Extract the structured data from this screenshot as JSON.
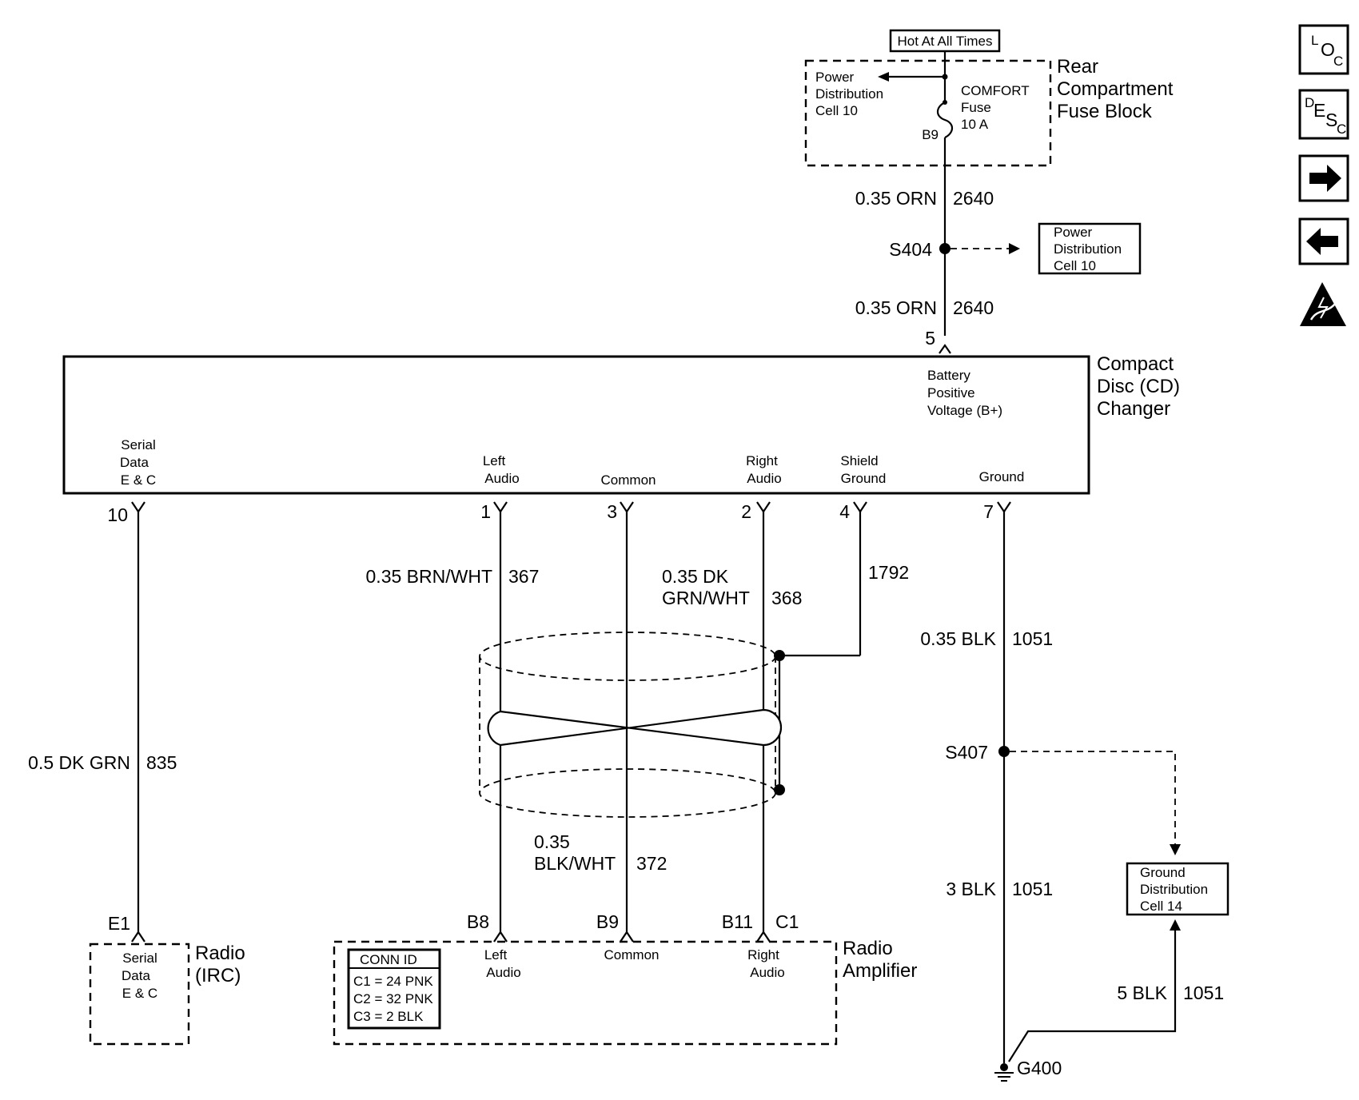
{
  "source": {
    "label": "Hot At All Times",
    "block_name_line1": "Rear",
    "block_name_line2": "Compartment",
    "block_name_line3": "Fuse Block",
    "power_ref_line1": "Power",
    "power_ref_line2": "Distribution",
    "power_ref_line3": "Cell 10",
    "fuse_line1": "COMFORT",
    "fuse_line2": "Fuse",
    "fuse_line3": "10 A",
    "fuse_pin": "B9"
  },
  "feed": {
    "upper_gauge_color": "0.35 ORN",
    "upper_circuit": "2640",
    "splice": "S404",
    "lower_gauge_color": "0.35 ORN",
    "lower_circuit": "2640",
    "pin": "5",
    "ref_line1": "Power",
    "ref_line2": "Distribution",
    "ref_line3": "Cell 10"
  },
  "changer": {
    "name_line1": "Compact",
    "name_line2": "Disc (CD)",
    "name_line3": "Changer",
    "bplus_line1": "Battery",
    "bplus_line2": "Positive",
    "bplus_line3": "Voltage (B+)",
    "terminals": [
      {
        "label_line1": "Serial",
        "label_line2": "Data",
        "label_line3": "E & C",
        "pin": "10"
      },
      {
        "label_line1": "Left",
        "label_line2": "Audio",
        "pin": "1"
      },
      {
        "label": "Common",
        "pin": "3"
      },
      {
        "label_line1": "Right",
        "label_line2": "Audio",
        "pin": "2"
      },
      {
        "label_line1": "Shield",
        "label_line2": "Ground",
        "pin": "4"
      },
      {
        "label": "Ground",
        "pin": "7"
      }
    ]
  },
  "wires": {
    "serial": {
      "gauge_color": "0.5 DK GRN",
      "circuit": "835"
    },
    "left": {
      "gauge_color": "0.35 BRN/WHT",
      "circuit": "367"
    },
    "right": {
      "gauge_color_line1": "0.35 DK",
      "gauge_color_line2": "GRN/WHT",
      "circuit": "368"
    },
    "shield": {
      "circuit": "1792"
    },
    "common": {
      "gauge_line1": "0.35",
      "gauge_line2": "BLK/WHT",
      "circuit": "372"
    },
    "ground_upper": {
      "gauge_color": "0.35 BLK",
      "circuit": "1051"
    },
    "ground_splice": "S407",
    "ground_lower": {
      "gauge_color": "3 BLK",
      "circuit": "1051"
    },
    "ground_dist": {
      "gauge_color": "5 BLK",
      "circuit": "1051"
    },
    "ground_point": "G400",
    "ground_ref_line1": "Ground",
    "ground_ref_line2": "Distribution",
    "ground_ref_line3": "Cell 14"
  },
  "radio": {
    "pin": "E1",
    "label_line1": "Serial",
    "label_line2": "Data",
    "label_line3": "E & C",
    "name_line1": "Radio",
    "name_line2": "(IRC)"
  },
  "amplifier": {
    "name_line1": "Radio",
    "name_line2": "Amplifier",
    "pins": [
      "B8",
      "B9",
      "B11",
      "C1"
    ],
    "left_line1": "Left",
    "left_line2": "Audio",
    "common": "Common",
    "right_line1": "Right",
    "right_line2": "Audio",
    "conn_id_title": "CONN ID",
    "conn_ids": [
      "C1 = 24 PNK",
      "C2 = 32 PNK",
      "C3 = 2 BLK"
    ]
  },
  "nav": {
    "loc": {
      "l": "L",
      "o": "O",
      "c": "C"
    },
    "desc": {
      "d": "D",
      "e": "E",
      "s": "S",
      "c": "C"
    },
    "forward_icon": "arrow-right-icon",
    "back_icon": "arrow-left-icon",
    "esd_icon": "esd-warning-icon"
  }
}
